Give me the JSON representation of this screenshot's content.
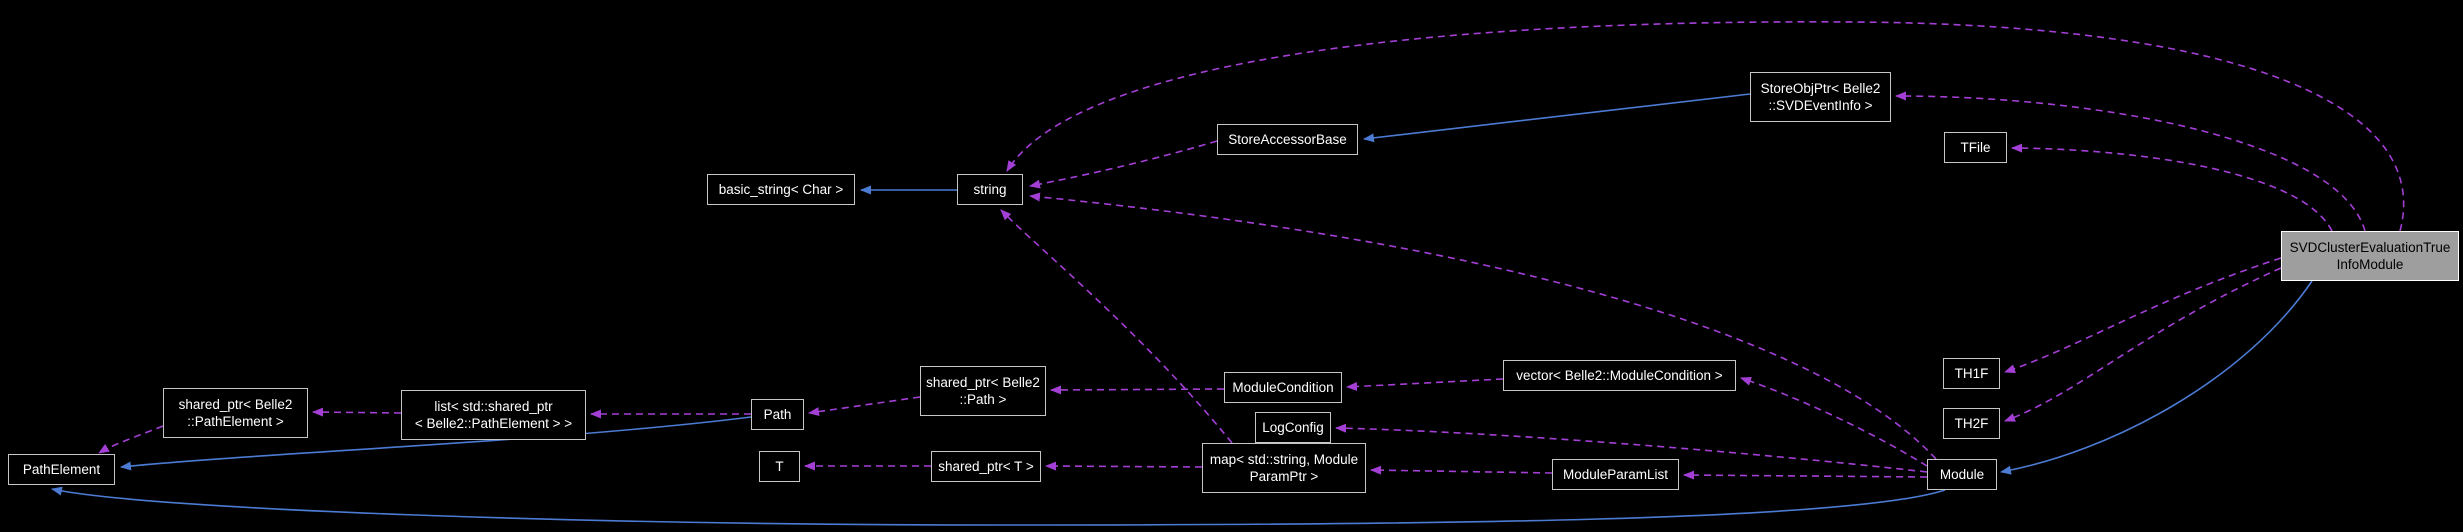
{
  "diagram": {
    "kind": "collaboration-graph",
    "focus": "SVDClusterEvaluationTrueInfoModule",
    "colors": {
      "background": "#000000",
      "node_fill": "#000000",
      "node_border": "#c6c6c6",
      "node_text": "#ffffff",
      "focus_fill": "#9e9e9e",
      "focus_text": "#000000",
      "inheritance_edge": "#4b7bd2",
      "usage_edge": "#a43fd6"
    },
    "nodes": {
      "path_element": {
        "lines": [
          "PathElement"
        ]
      },
      "shared_ptr_path_element": {
        "lines": [
          "shared_ptr< Belle2",
          "::PathElement >"
        ]
      },
      "list_shared_ptr": {
        "lines": [
          "list< std::shared_ptr",
          "< Belle2::PathElement > >"
        ]
      },
      "basic_string": {
        "lines": [
          "basic_string< Char >"
        ]
      },
      "string": {
        "lines": [
          "string"
        ]
      },
      "store_accessor_base": {
        "lines": [
          "StoreAccessorBase"
        ]
      },
      "store_obj_ptr": {
        "lines": [
          "StoreObjPtr< Belle2",
          "::SVDEventInfo >"
        ]
      },
      "tfile": {
        "lines": [
          "TFile"
        ]
      },
      "svd_module": {
        "lines": [
          "SVDClusterEvaluationTrue",
          "InfoModule"
        ]
      },
      "shared_ptr_path": {
        "lines": [
          "shared_ptr< Belle2",
          "::Path >"
        ]
      },
      "module_condition": {
        "lines": [
          "ModuleCondition"
        ]
      },
      "vector_module_condition": {
        "lines": [
          "vector< Belle2::ModuleCondition >"
        ]
      },
      "th1f": {
        "lines": [
          "TH1F"
        ]
      },
      "path": {
        "lines": [
          "Path"
        ]
      },
      "log_config": {
        "lines": [
          "LogConfig"
        ]
      },
      "th2f": {
        "lines": [
          "TH2F"
        ]
      },
      "t": {
        "lines": [
          "T"
        ]
      },
      "shared_ptr_t": {
        "lines": [
          "shared_ptr< T >"
        ]
      },
      "map_module_param": {
        "lines": [
          "map< std::string, Module",
          "ParamPtr >"
        ]
      },
      "module_param_list": {
        "lines": [
          "ModuleParamList"
        ]
      },
      "module": {
        "lines": [
          "Module"
        ]
      }
    },
    "edges": [
      {
        "from": "string",
        "to": "basic_string",
        "relation": "inheritance"
      },
      {
        "from": "store_obj_ptr",
        "to": "store_accessor_base",
        "relation": "inheritance"
      },
      {
        "from": "path",
        "to": "path_element",
        "relation": "inheritance"
      },
      {
        "from": "module",
        "to": "path_element",
        "relation": "inheritance"
      },
      {
        "from": "svd_module",
        "to": "module",
        "relation": "inheritance"
      },
      {
        "from": "store_accessor_base",
        "to": "string",
        "relation": "usage"
      },
      {
        "from": "svd_module",
        "to": "string",
        "relation": "usage"
      },
      {
        "from": "svd_module",
        "to": "store_obj_ptr",
        "relation": "usage"
      },
      {
        "from": "svd_module",
        "to": "tfile",
        "relation": "usage"
      },
      {
        "from": "svd_module",
        "to": "th1f",
        "relation": "usage"
      },
      {
        "from": "svd_module",
        "to": "th2f",
        "relation": "usage"
      },
      {
        "from": "module",
        "to": "string",
        "relation": "usage"
      },
      {
        "from": "module",
        "to": "vector_module_condition",
        "relation": "usage"
      },
      {
        "from": "module",
        "to": "log_config",
        "relation": "usage"
      },
      {
        "from": "module",
        "to": "module_param_list",
        "relation": "usage"
      },
      {
        "from": "vector_module_condition",
        "to": "module_condition",
        "relation": "usage"
      },
      {
        "from": "module_condition",
        "to": "shared_ptr_path",
        "relation": "usage"
      },
      {
        "from": "shared_ptr_path",
        "to": "path",
        "relation": "usage"
      },
      {
        "from": "path",
        "to": "list_shared_ptr",
        "relation": "usage"
      },
      {
        "from": "list_shared_ptr",
        "to": "shared_ptr_path_element",
        "relation": "usage"
      },
      {
        "from": "shared_ptr_path_element",
        "to": "path_element",
        "relation": "usage"
      },
      {
        "from": "module_param_list",
        "to": "map_module_param",
        "relation": "usage"
      },
      {
        "from": "map_module_param",
        "to": "string",
        "relation": "usage"
      },
      {
        "from": "map_module_param",
        "to": "shared_ptr_t",
        "relation": "usage"
      },
      {
        "from": "shared_ptr_t",
        "to": "t",
        "relation": "usage"
      }
    ]
  }
}
